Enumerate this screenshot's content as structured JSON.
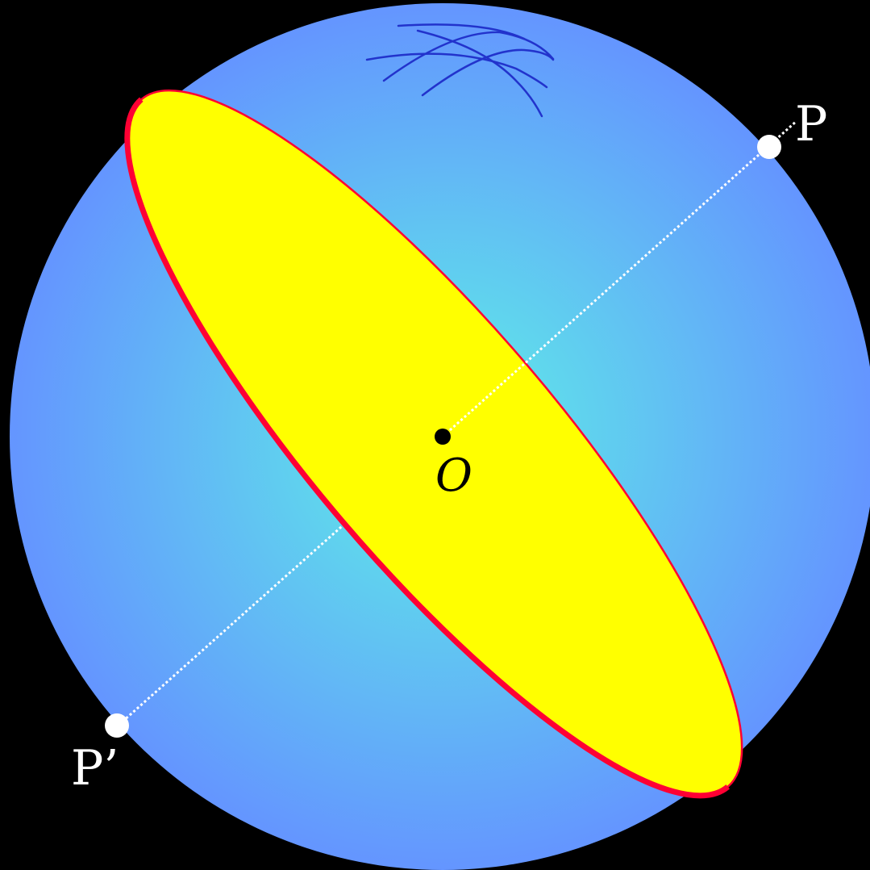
{
  "labels": {
    "pole_north": "P",
    "pole_south": "P’",
    "center": "O"
  },
  "colors": {
    "background": "#000000",
    "sphere_center": "#5ef0e6",
    "sphere_edge": "#6495ff",
    "disc_fill": "#ffff00",
    "disc_edge": "#ff0033",
    "axis": "#ffffff",
    "pole_dot": "#ffffff",
    "center_dot": "#000000",
    "meridian_lines": "#2233cc"
  },
  "icons": {
    "pole_marker": "filled-circle",
    "center_marker": "filled-circle",
    "meridian_sketch": "crossing-arcs"
  }
}
